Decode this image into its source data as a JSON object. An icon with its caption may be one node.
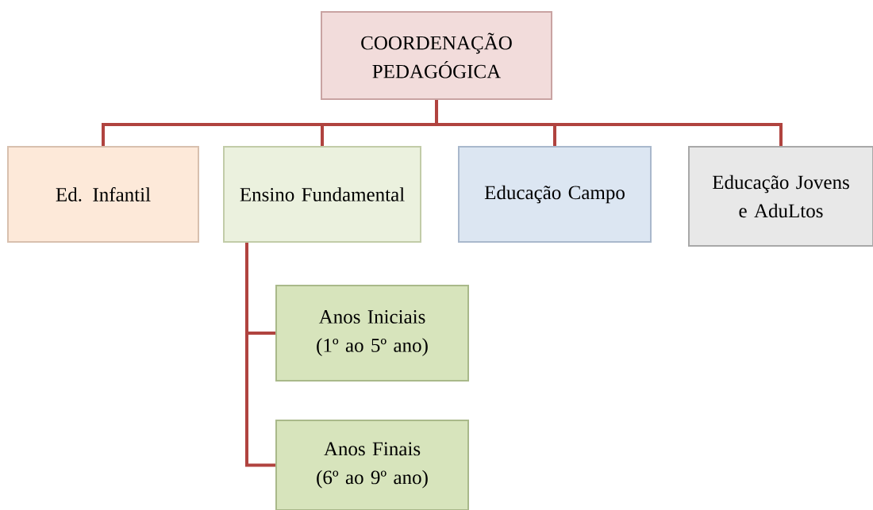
{
  "diagram": {
    "nodes": [
      {
        "text": [
          "COORDENAÇÃO PEDAGÓGICA"
        ]
      },
      {
        "text": [
          "Ed. Infantil"
        ]
      },
      {
        "text": [
          "Ensino Fundamental"
        ]
      },
      {
        "text": [
          "Educação Campo"
        ]
      },
      {
        "text": [
          "Educação Jovens e AduLtos"
        ]
      },
      {
        "text": [
          "Anos Iniciais (1º ao 5º ano)"
        ]
      },
      {
        "text": [
          "Anos Finais (6º ao 9º ano)"
        ]
      }
    ],
    "edges": [
      {
        "from": 0,
        "to": 1,
        "arrow": "none"
      },
      {
        "from": 0,
        "to": 2,
        "arrow": "none"
      },
      {
        "from": 0,
        "to": 3,
        "arrow": "none"
      },
      {
        "from": 0,
        "to": 4,
        "arrow": "none"
      },
      {
        "from": 2,
        "to": 5,
        "arrow": "none"
      },
      {
        "from": 2,
        "to": 6,
        "arrow": "none"
      }
    ]
  }
}
